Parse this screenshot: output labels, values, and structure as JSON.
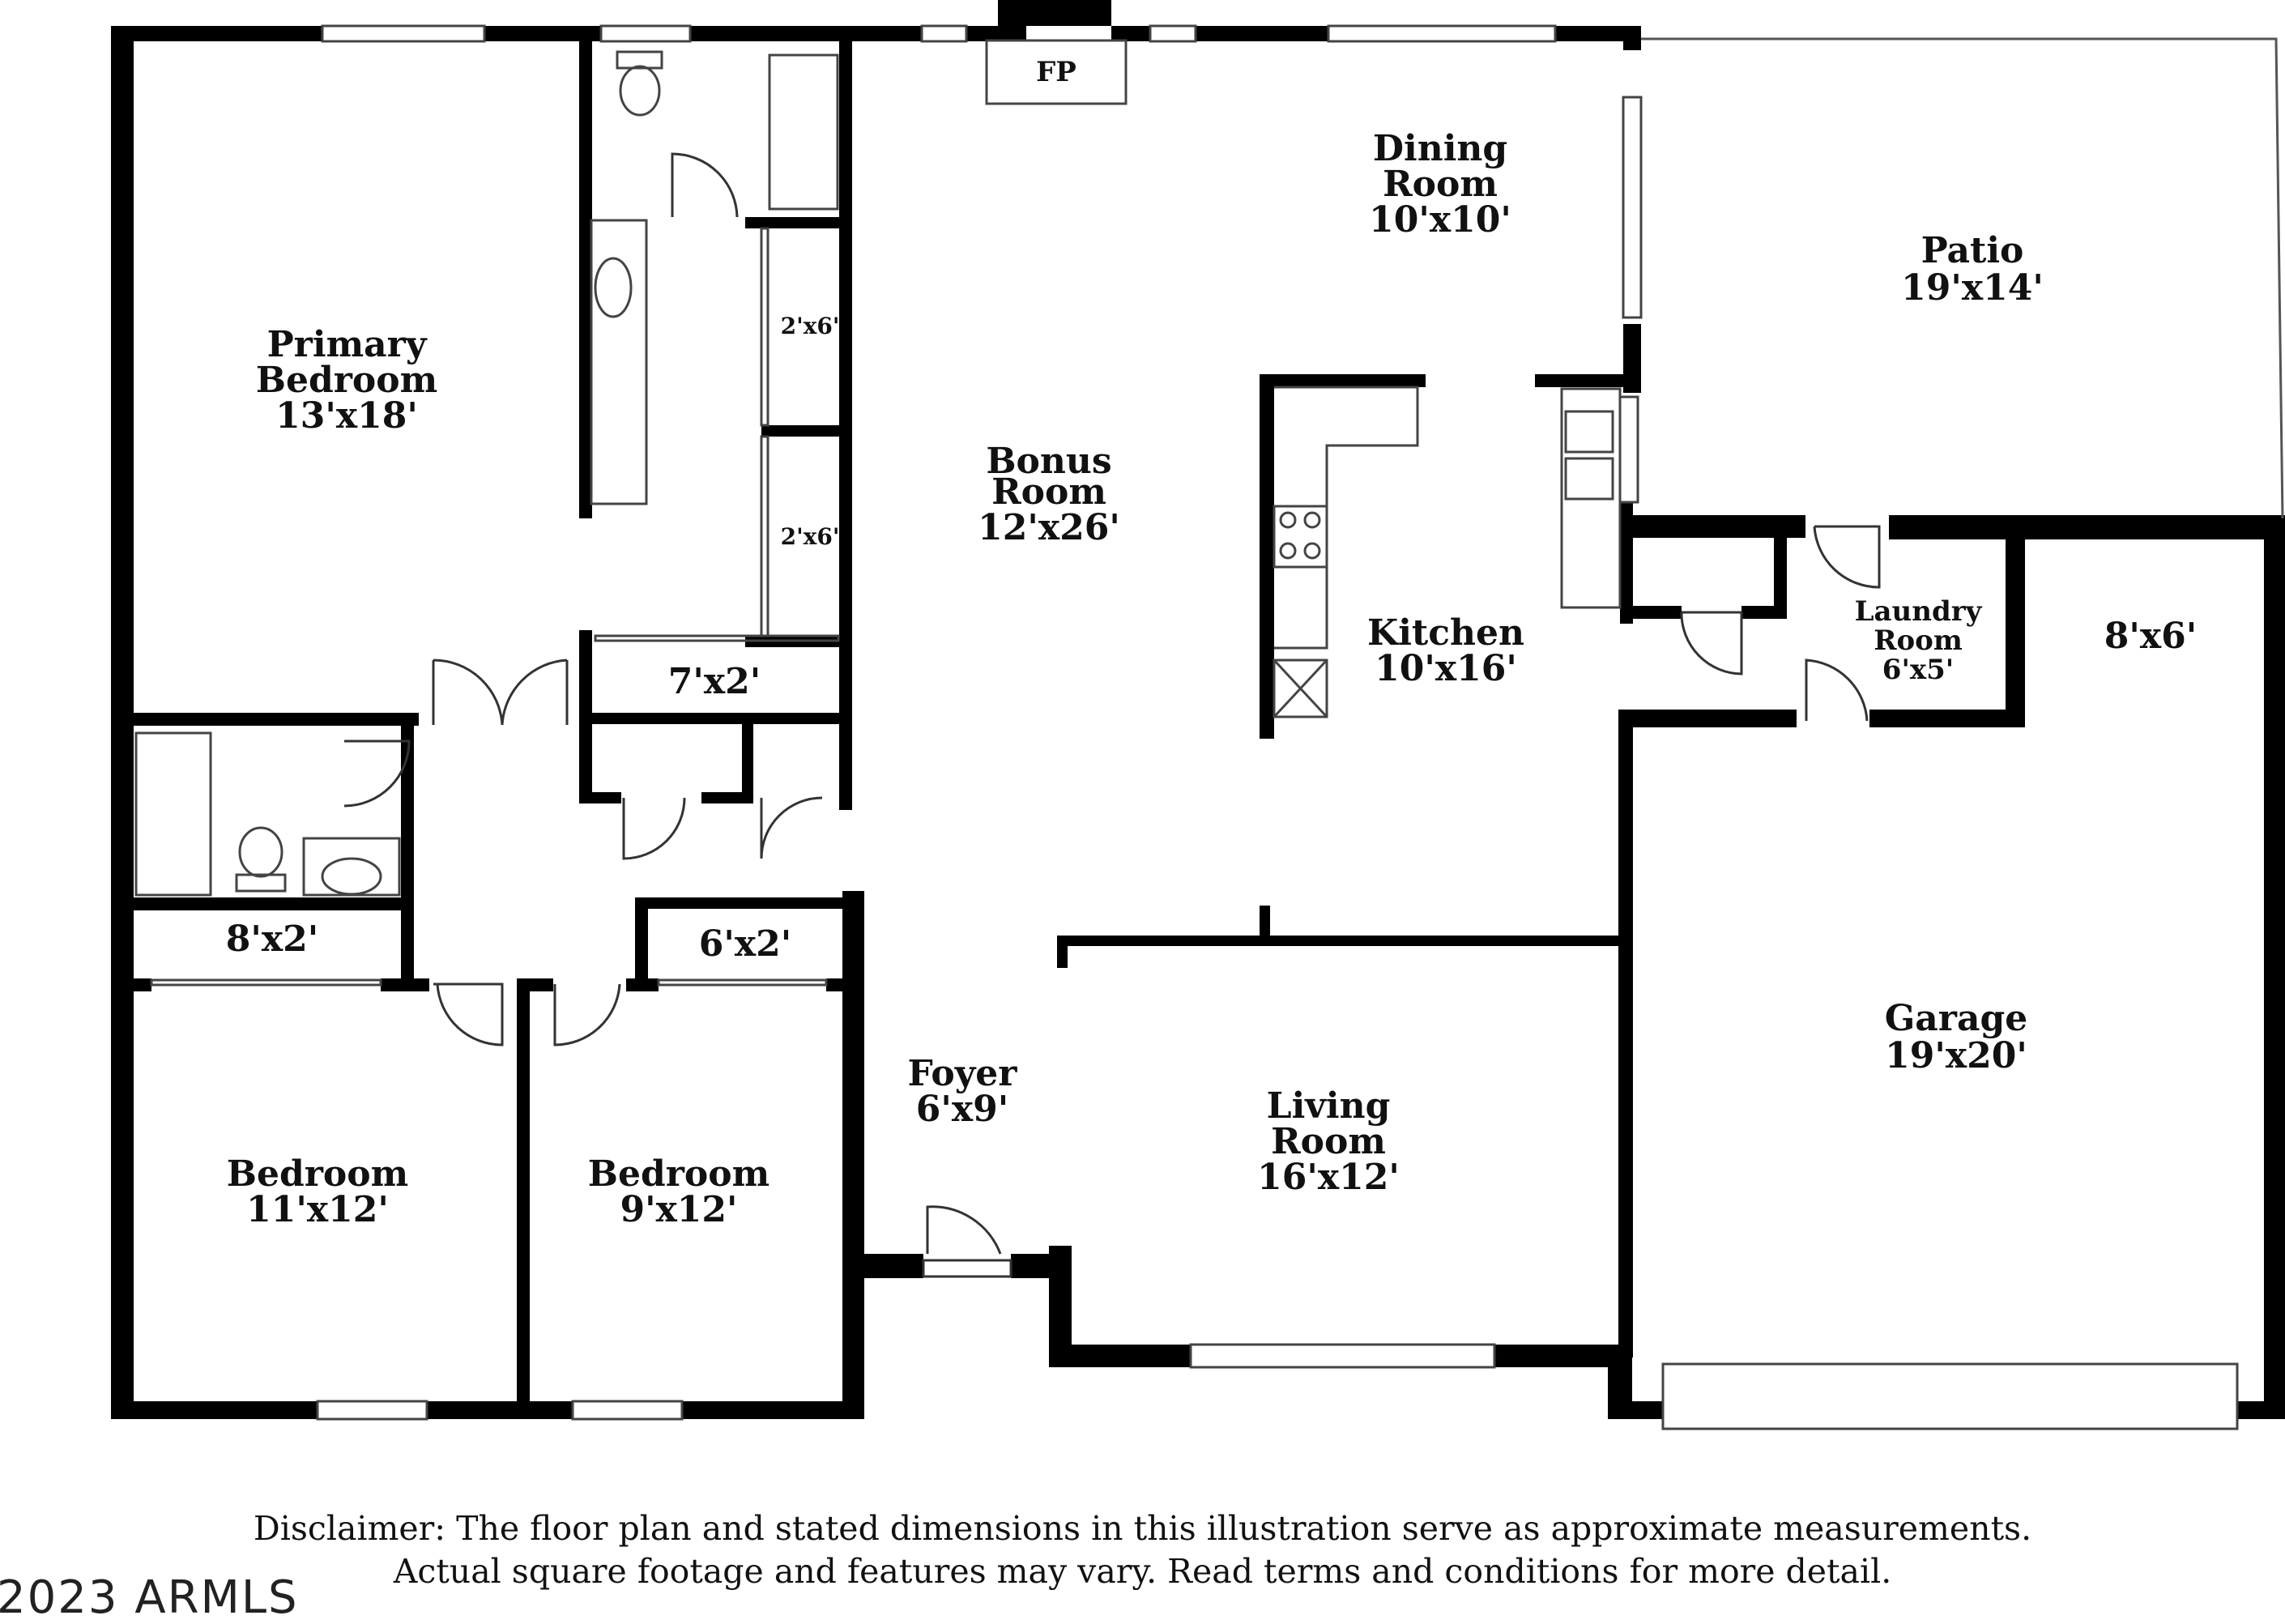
{
  "rooms": {
    "primary_bedroom": {
      "line1": "Primary",
      "line2": "Bedroom",
      "dims": "13'x18'"
    },
    "bonus_room": {
      "line1": "Bonus",
      "line2": "Room",
      "dims": "12'x26'"
    },
    "dining_room": {
      "line1": "Dining",
      "line2": "Room",
      "dims": "10'x10'"
    },
    "patio": {
      "line1": "Patio",
      "dims": "19'x14'"
    },
    "kitchen": {
      "line1": "Kitchen",
      "dims": "10'x16'"
    },
    "laundry_room": {
      "line1": "Laundry",
      "line2": "Room",
      "dims": "6'x5'"
    },
    "storage": {
      "dims": "8'x6'"
    },
    "garage": {
      "line1": "Garage",
      "dims": "19'x20'"
    },
    "foyer": {
      "line1": "Foyer",
      "dims": "6'x9'"
    },
    "living_room": {
      "line1": "Living",
      "line2": "Room",
      "dims": "16'x12'"
    },
    "bedroom_2": {
      "line1": "Bedroom",
      "dims": "11'x12'"
    },
    "bedroom_3": {
      "line1": "Bedroom",
      "dims": "9'x12'"
    }
  },
  "closets": {
    "closet_a": "2'x6'",
    "closet_b": "2'x6'",
    "closet_hall": "7'x2'",
    "closet_bath": "8'x2'",
    "closet_bed3": "6'x2'"
  },
  "fireplace": "FP",
  "disclaimer": {
    "line1": "Disclaimer: The floor plan and stated dimensions in this illustration serve as approximate measurements.",
    "line2": "Actual square footage and features may vary. Read terms and conditions for more detail."
  },
  "copyright": "2023 ARMLS",
  "colors": {
    "wall": "#000000",
    "fixture": "#555555",
    "background": "#ffffff"
  }
}
